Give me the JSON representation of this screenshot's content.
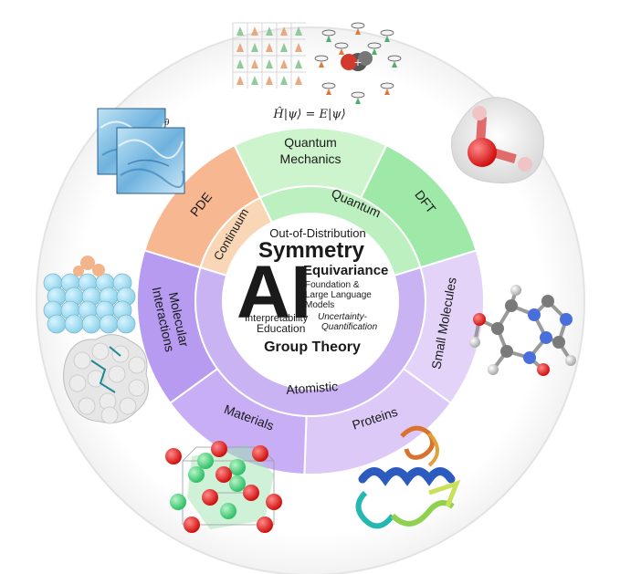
{
  "equation": "Ĥ|ψ⟩ = E|ψ⟩",
  "outer_ring": {
    "pde": "PDE",
    "quantum_mechanics": [
      "Quantum",
      "Mechanics"
    ],
    "dft": "DFT",
    "small_molecules": "Small Molecules",
    "proteins": "Proteins",
    "materials": "Materials",
    "molecular_interactions": [
      "Molecular",
      "Interactions"
    ]
  },
  "inner_ring": {
    "continuum": "Continuum",
    "quantum": "Quantum",
    "atomistic": "Atomistic"
  },
  "center": {
    "ood": "Out-of-Distribution",
    "symmetry": "Symmetry",
    "ai": "AI",
    "equivariance": "Equivariance",
    "llm": [
      "Foundation &",
      "Large Language",
      "Models"
    ],
    "interpretability": "Interpretability",
    "education": "Education",
    "uq": [
      "Uncertainty-",
      "Quantification"
    ],
    "group_theory": "Group Theory"
  },
  "colors": {
    "orange": "#f7b790",
    "orange_light": "#f9d7b6",
    "green": "#9ee8a8",
    "green_light": "#cdf4cd",
    "green_mid": "#bdf0c0",
    "purple": "#b69bf0",
    "purple_mid": "#c7aef5",
    "purple_light": "#dcc9f7",
    "purple_pale": "#e4d3f8",
    "inner_purple": "#c9b3f3"
  },
  "illustrations": {
    "top_left": "spin-lattice-diagram",
    "top_right": "orbital-dipole-diagram",
    "upper_left": "fluid-flow-fields",
    "upper_right": "water-molecule",
    "left_top": "adsorbate-on-surface",
    "left_bottom": "protein-surface",
    "right": "caffeine-molecule",
    "bottom_left": "crystal-lattice",
    "bottom_right": "protein-ribbon"
  }
}
